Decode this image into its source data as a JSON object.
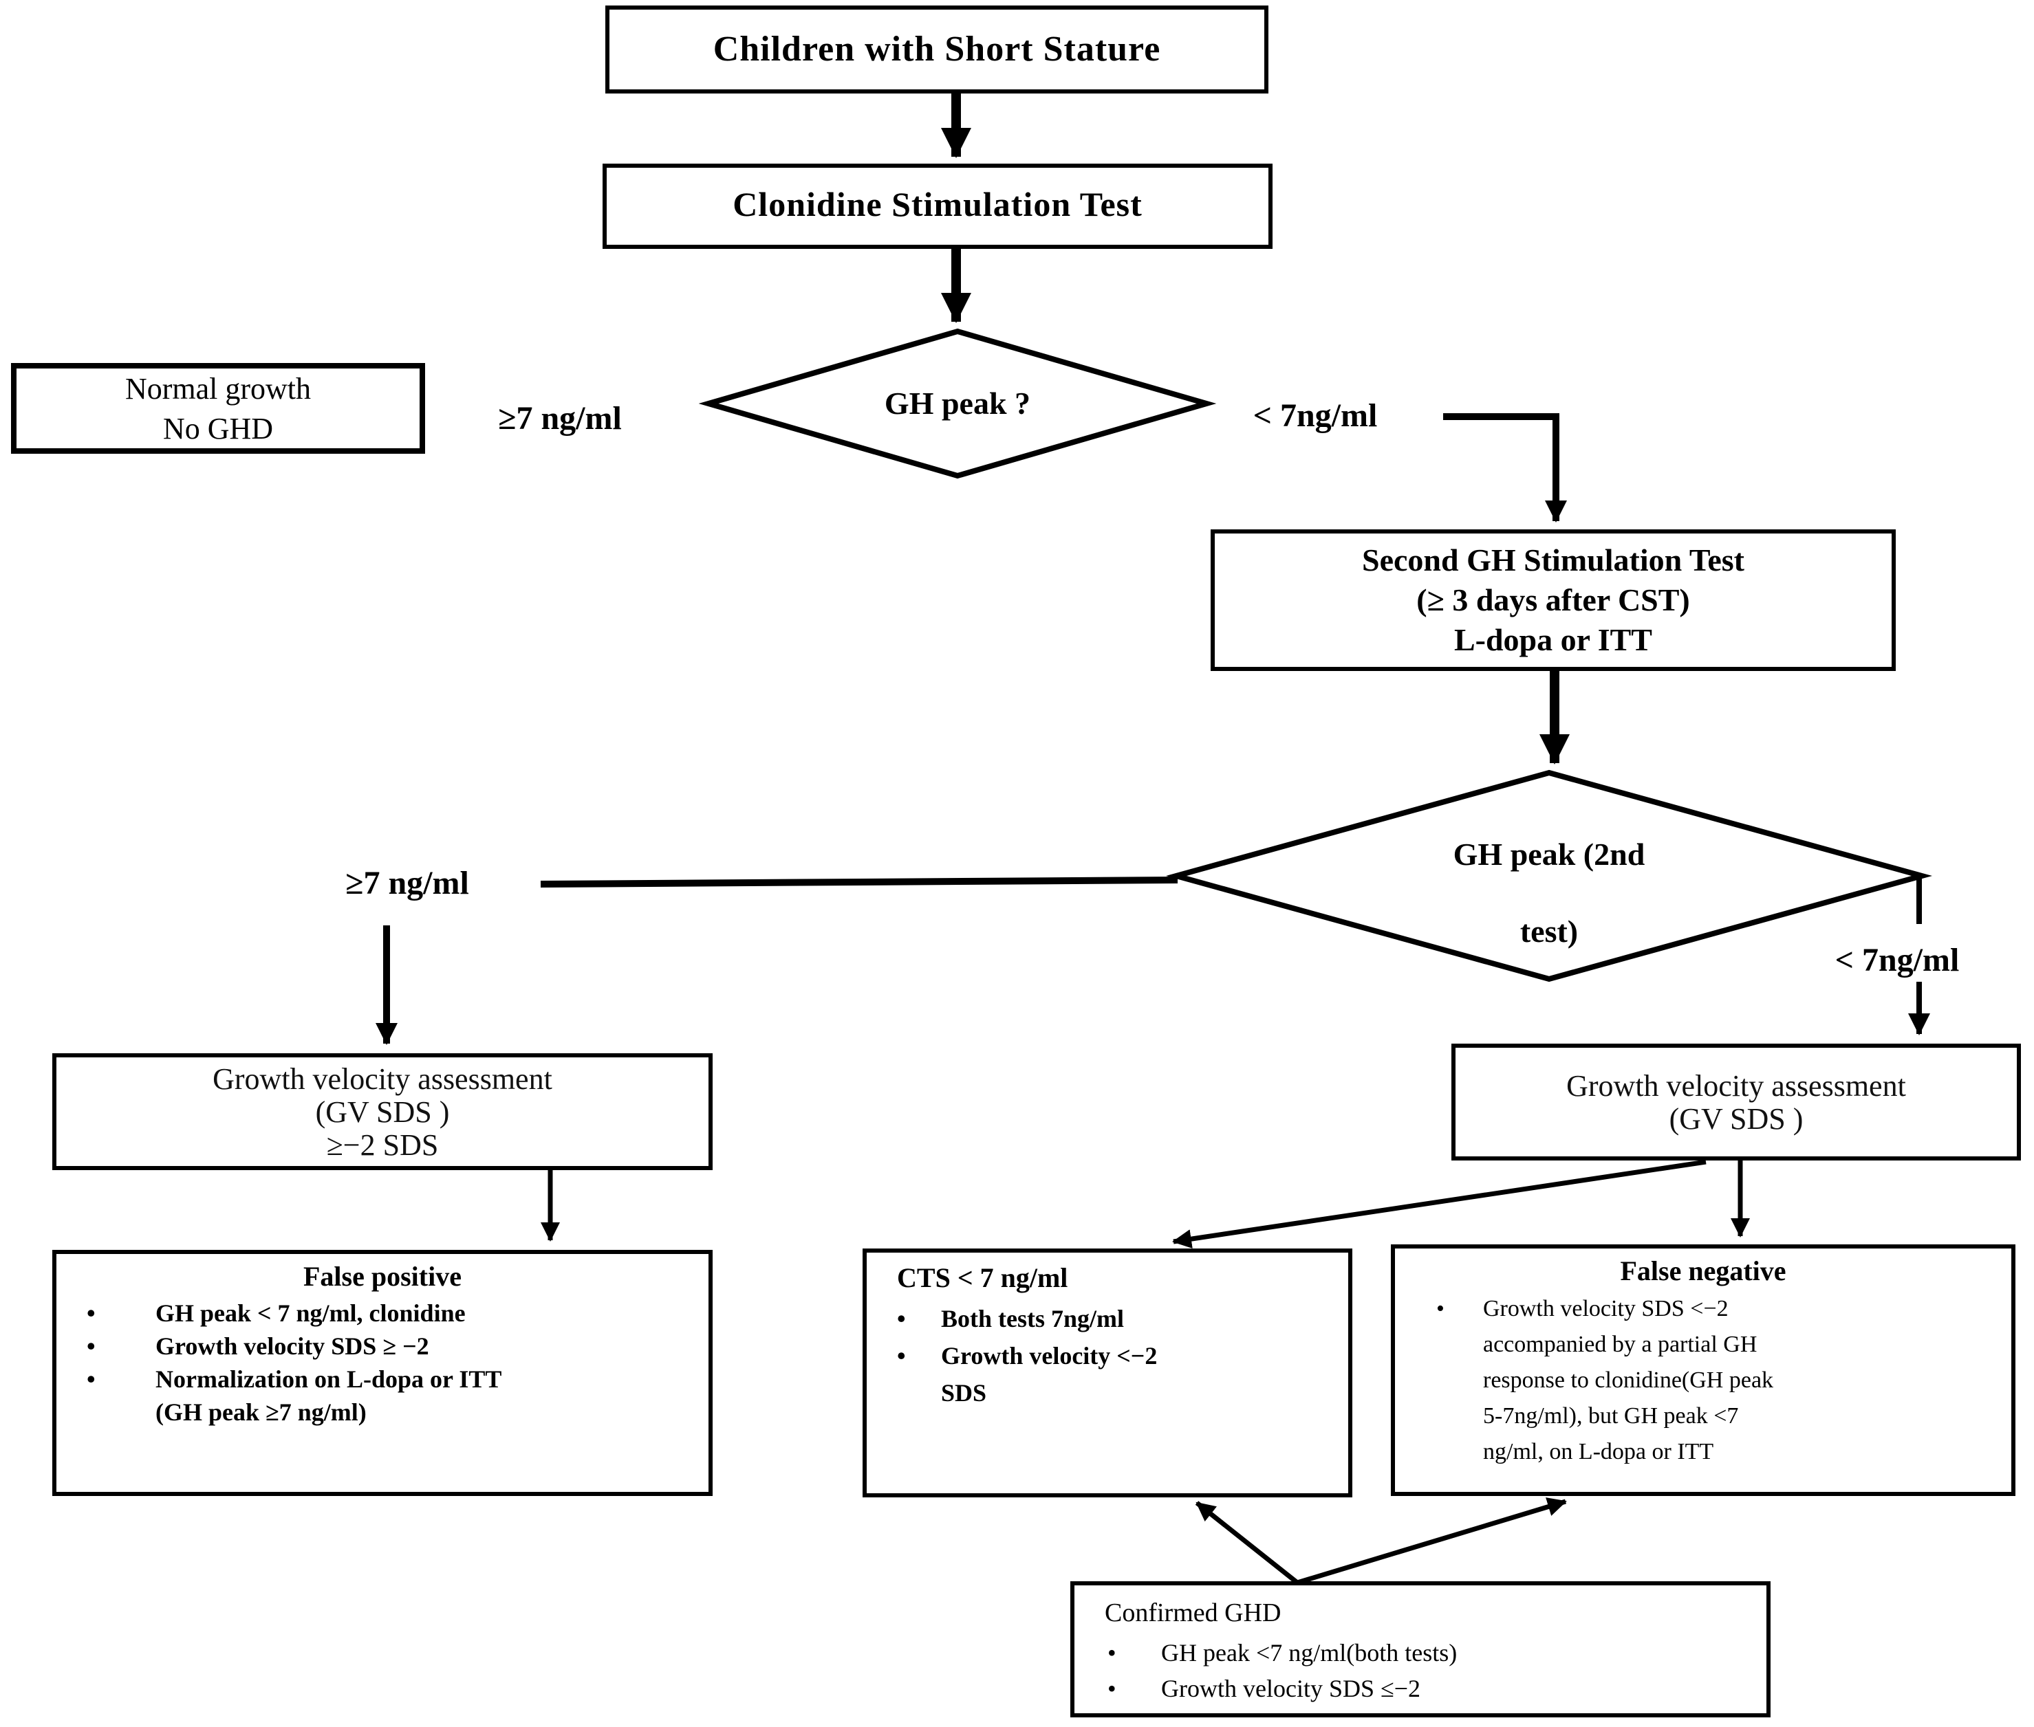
{
  "nodes": {
    "children_short_stature": {
      "label": "Children with Short Stature"
    },
    "clonidine_test": {
      "label": "Clonidine Stimulation Test"
    },
    "normal_growth": {
      "line1": "Normal growth",
      "line2": "No GHD"
    },
    "gh_peak_1": {
      "label": "GH peak ?"
    },
    "second_test": {
      "line1": "Second GH Stimulation Test",
      "line2": "(≥ 3 days after CST)",
      "line3": "L-dopa or ITT"
    },
    "gh_peak_2": {
      "line1": "GH peak (2nd",
      "line2": "test)"
    },
    "gv_left": {
      "line1": "Growth  velocity assessment",
      "line2": "(GV SDS )",
      "line3": "≥−2 SDS"
    },
    "gv_right": {
      "line1": "Growth  velocity assessment",
      "line2": "(GV SDS )"
    },
    "false_positive": {
      "title": "False positive",
      "bullets": [
        "GH peak < 7 ng/ml, clonidine",
        "Growth velocity SDS ≥ −2",
        "Normalization on L-dopa or ITT\n(GH peak  ≥7 ng/ml)"
      ]
    },
    "cts": {
      "title": "CTS < 7 ng/ml",
      "bullets": [
        "Both tests  7ng/ml",
        "Growth velocity <−2\nSDS"
      ]
    },
    "false_negative": {
      "title": "False negative",
      "bullets": [
        "Growth velocity SDS <−2\naccompanied  by a partial GH\nresponse to clonidine(GH peak\n5-7ng/ml), but GH peak <7\nng/ml, on L-dopa or ITT"
      ]
    },
    "confirmed_ghd": {
      "title": "Confirmed GHD",
      "bullets": [
        "GH peak <7 ng/ml(both tests)",
        "Growth velocity  SDS ≤−2"
      ]
    }
  },
  "edge_labels": {
    "first_ge7": "≥7 ng/ml",
    "first_lt7": "< 7ng/ml",
    "second_ge7": "≥7 ng/ml",
    "second_lt7": "< 7ng/ml"
  },
  "colors": {
    "line": "#000000",
    "box_background": "#ffffff",
    "text": "#000000"
  }
}
